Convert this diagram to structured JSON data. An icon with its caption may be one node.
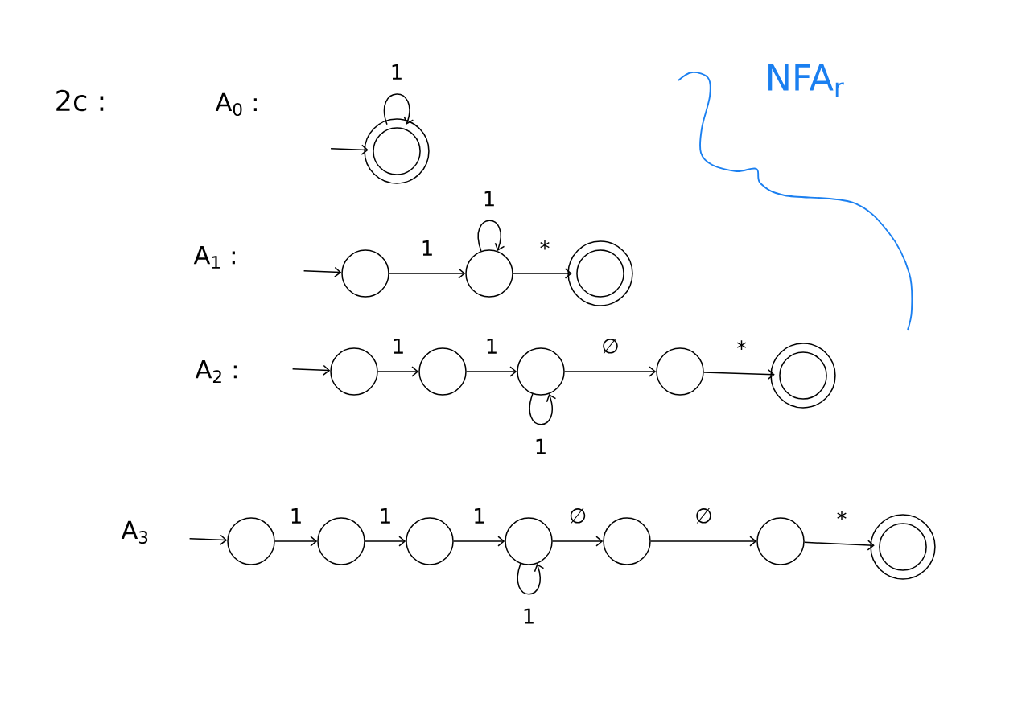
{
  "diagram": {
    "nodes": [
      {
        "text": [],
        "shape": "doublecircle"
      },
      {
        "text": [],
        "shape": "circle"
      },
      {
        "text": [],
        "shape": "circle"
      },
      {
        "text": [],
        "shape": "doublecircle"
      },
      {
        "text": [],
        "shape": "circle"
      },
      {
        "text": [],
        "shape": "circle"
      },
      {
        "text": [],
        "shape": "circle"
      },
      {
        "text": [],
        "shape": "circle"
      },
      {
        "text": [],
        "shape": "doublecircle"
      },
      {
        "text": [],
        "shape": "circle"
      },
      {
        "text": [],
        "shape": "circle"
      },
      {
        "text": [],
        "shape": "circle"
      },
      {
        "text": [],
        "shape": "circle"
      },
      {
        "text": [],
        "shape": "circle"
      },
      {
        "text": [],
        "shape": "circle"
      },
      {
        "text": [],
        "shape": "doublecircle"
      }
    ],
    "edges": [
      {
        "from": null,
        "to": 0,
        "arrow": "to"
      },
      {
        "from": 0,
        "to": 0,
        "label": "1",
        "arrow": "to"
      },
      {
        "from": null,
        "to": 1,
        "arrow": "to"
      },
      {
        "from": 1,
        "to": 2,
        "label": "1",
        "arrow": "to"
      },
      {
        "from": 2,
        "to": 2,
        "label": "1",
        "arrow": "to"
      },
      {
        "from": 2,
        "to": 3,
        "label": "*",
        "arrow": "to"
      },
      {
        "from": null,
        "to": 4,
        "arrow": "to"
      },
      {
        "from": 4,
        "to": 5,
        "label": "1",
        "arrow": "to"
      },
      {
        "from": 5,
        "to": 6,
        "label": "1",
        "arrow": "to"
      },
      {
        "from": 6,
        "to": 6,
        "label": "1",
        "arrow": "to"
      },
      {
        "from": 6,
        "to": 7,
        "label": "∅",
        "arrow": "to"
      },
      {
        "from": 7,
        "to": 8,
        "label": "*",
        "arrow": "to"
      },
      {
        "from": null,
        "to": 9,
        "arrow": "to"
      },
      {
        "from": 9,
        "to": 10,
        "label": "1",
        "arrow": "to"
      },
      {
        "from": 10,
        "to": 11,
        "label": "1",
        "arrow": "to"
      },
      {
        "from": 11,
        "to": 12,
        "label": "1",
        "arrow": "to"
      },
      {
        "from": 12,
        "to": 12,
        "label": "1",
        "arrow": "to"
      },
      {
        "from": 12,
        "to": 13,
        "label": "∅",
        "arrow": "to"
      },
      {
        "from": 13,
        "to": 14,
        "label": "∅",
        "arrow": "to"
      },
      {
        "from": 14,
        "to": 15,
        "label": "*",
        "arrow": "to"
      }
    ],
    "labels": [
      "2c :",
      "A$_{0}$ :",
      "NFA$_{r}$",
      "A$_{1}$ :",
      "A$_{2}$ :",
      "A$_{3}$"
    ]
  }
}
